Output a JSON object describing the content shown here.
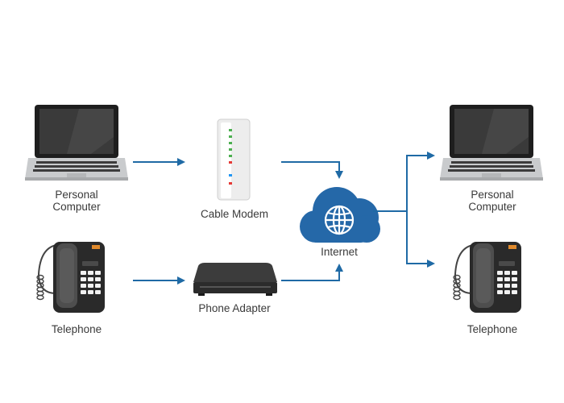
{
  "nodes": {
    "pc_left": {
      "label_line1": "Personal",
      "label_line2": "Computer",
      "icon": "laptop-icon"
    },
    "phone_left": {
      "label": "Telephone",
      "icon": "telephone-icon"
    },
    "cable_modem": {
      "label": "Cable Modem",
      "icon": "cable-modem-icon"
    },
    "phone_adapter": {
      "label": "Phone Adapter",
      "icon": "phone-adapter-icon"
    },
    "internet": {
      "label": "Internet",
      "icon": "cloud-globe-icon"
    },
    "pc_right": {
      "label_line1": "Personal",
      "label_line2": "Computer",
      "icon": "laptop-icon"
    },
    "phone_right": {
      "label": "Telephone",
      "icon": "telephone-icon"
    }
  },
  "colors": {
    "accent": "#1f6aa5",
    "cloud": "#2568a8",
    "device_dark": "#2b2b2b"
  }
}
